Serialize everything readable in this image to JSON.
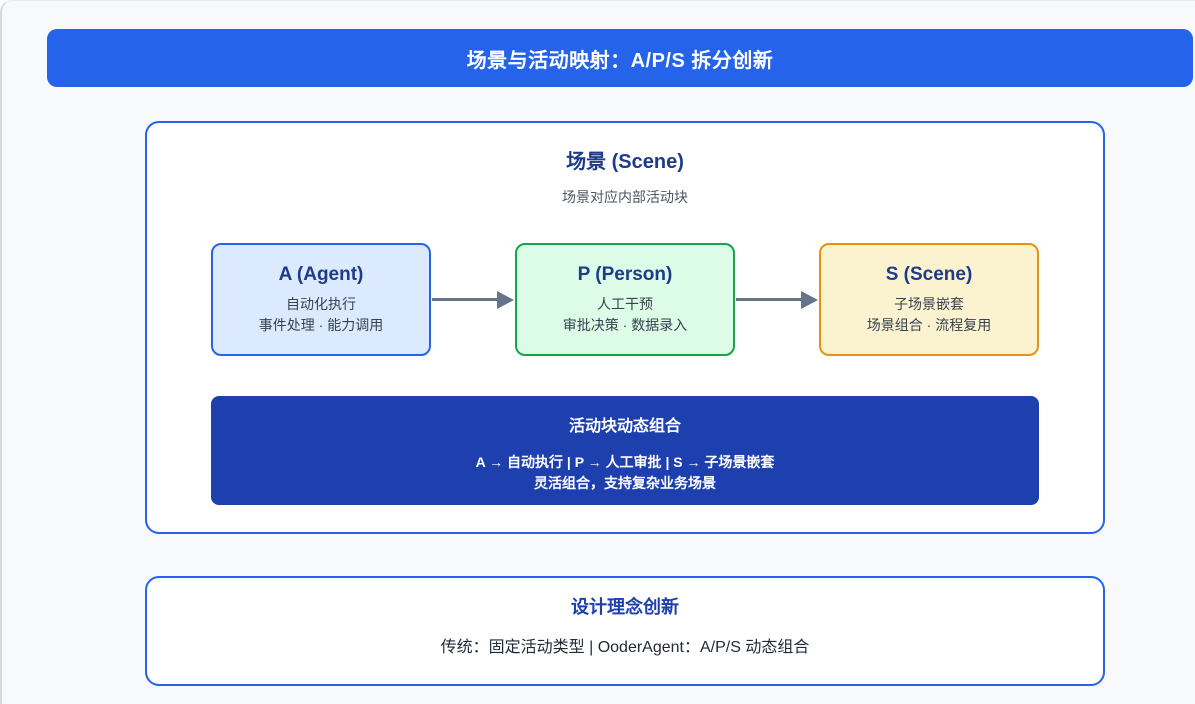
{
  "banner": {
    "title": "场景与活动映射：A/P/S 拆分创新"
  },
  "scene_card": {
    "title": "场景 (Scene)",
    "subtitle": "场景对应内部活动块",
    "blocks": [
      {
        "id": "A",
        "title": "A (Agent)",
        "line1": "自动化执行",
        "line2": "事件处理 · 能力调用"
      },
      {
        "id": "P",
        "title": "P (Person)",
        "line1": "人工干预",
        "line2": "审批决策 · 数据录入"
      },
      {
        "id": "S",
        "title": "S (Scene)",
        "line1": "子场景嵌套",
        "line2": "场景组合 · 流程复用"
      }
    ],
    "combo_panel": {
      "title": "活动块动态组合",
      "line1": "A → 自动执行 | P → 人工审批 | S → 子场景嵌套",
      "line2": "灵活组合，支持复杂业务场景"
    }
  },
  "design_card": {
    "title": "设计理念创新",
    "text": "传统：固定活动类型 | OoderAgent：A/P/S 动态组合"
  },
  "colors": {
    "banner_blue": "#2563eb",
    "card_border_blue": "#2563eb",
    "navy_title": "#1e3a8a",
    "combo_panel_navy": "#1e40af",
    "agent_bg": "#dbeafe",
    "agent_border": "#2563eb",
    "person_bg": "#dcfce7",
    "person_border": "#16a34a",
    "scene_bg": "#fbf3d0",
    "scene_border": "#e5930f",
    "arrow_gray": "#64748b",
    "page_bg": "#f8f9fa"
  }
}
